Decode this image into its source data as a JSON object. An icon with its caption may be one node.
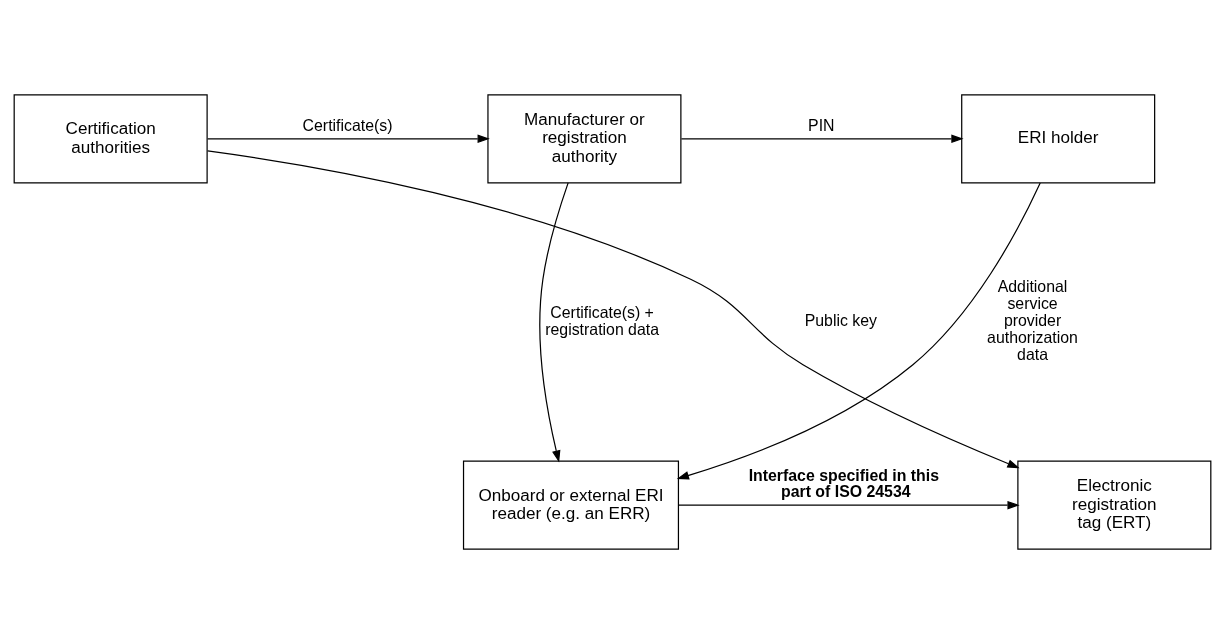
{
  "diagram": {
    "nodes": [
      {
        "text": [
          "Certification authorities"
        ]
      },
      {
        "text": [
          "Manufacturer or registration authority"
        ]
      },
      {
        "text": [
          "ERI holder"
        ]
      },
      {
        "text": [
          "Electronic registration tag (ERT)"
        ]
      },
      {
        "text": [
          "Onboard or external ERI reader (e.g. an ERR)"
        ]
      }
    ],
    "edges": [
      {
        "from": 0,
        "to": 1,
        "arrow": "to",
        "label": "Certificate(s)"
      },
      {
        "from": 1,
        "to": 2,
        "arrow": "to",
        "label": "PIN"
      },
      {
        "from": 0,
        "to": 3,
        "arrow": "to",
        "label": "Public key"
      },
      {
        "from": 1,
        "to": 4,
        "arrow": "to",
        "label": "Certificate(s) + registration data"
      },
      {
        "from": 2,
        "to": 4,
        "arrow": "to",
        "label": "Additional service provider authorization data"
      },
      {
        "from": 4,
        "to": 3,
        "arrow": "to",
        "label": "Interface specified in this part of ISO 24534"
      }
    ]
  }
}
